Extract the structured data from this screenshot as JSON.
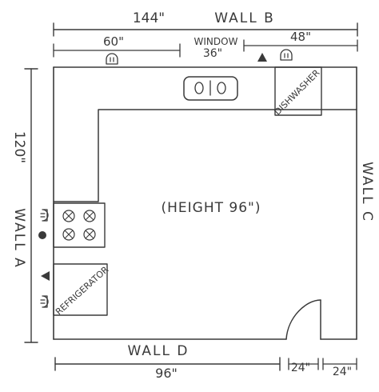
{
  "walls": {
    "wall_b": {
      "label": "WALL B",
      "length": "144\""
    },
    "wall_a": {
      "label": "WALL A",
      "length": "120\""
    },
    "wall_c": {
      "label": "WALL C"
    },
    "wall_d": {
      "label": "WALL D",
      "length": "96\"",
      "door_opening": "24\"",
      "end_segment": "24\""
    }
  },
  "wall_b_segments": {
    "left": "60\"",
    "window_label": "WINDOW",
    "window": "36\"",
    "right": "48\""
  },
  "room_height": "(HEIGHT 96\")",
  "appliances": {
    "dishwasher": "DISHWASHER",
    "refrigerator": "REFRIGERATOR",
    "sink_symbol": "0|0"
  },
  "colors": {
    "ink": "#3a3a3a",
    "paper": "#ffffff"
  }
}
